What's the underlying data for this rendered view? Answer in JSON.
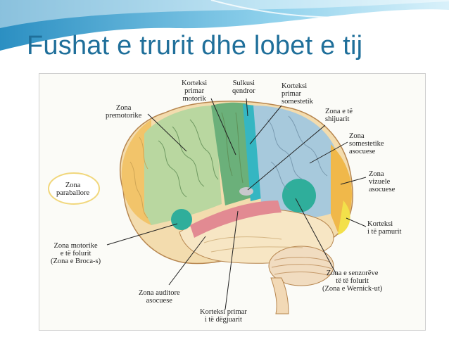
{
  "slide": {
    "title": "Fushat e trurit dhe lobet e tij"
  },
  "diagram": {
    "labels": {
      "korteksi_primar_motorik": "Korteksi\nprimar\nmotorik",
      "sulkusi_qendror": "Sulkusi\nqendror",
      "korteksi_primar_somestetik": "Korteksi\nprimar\nsomestetik",
      "zona_premotorike": "Zona\npremotorike",
      "zona_shijuarit": "Zona e të\nshijuarit",
      "zona_somestetike_asocuese": "Zona\nsomestetike\nasocuese",
      "zona_paraballore": "Zona\nparaballore",
      "zona_vizuele_asocuese": "Zona\nvizuele\nasocuese",
      "korteksi_pamurit": "Korteksi\ni të pamurit",
      "zona_motorike_folurit": "Zona motorike\ne të folurit\n(Zona e Broca-s)",
      "zona_senzoreve_folurit": "Zona e senzorëve\ntë të folurit\n(Zona e Wernick-ut)",
      "zona_auditore_asocuese": "Zona auditore\nasocuese",
      "korteksi_primar_degjuarit": "Korteksi primar\ni të dëgjuarit"
    },
    "colors": {
      "prefrontal": "#f2c46a",
      "premotor": "#b9d7a0",
      "motor": "#6bb07a",
      "sulcus": "#35b6c2",
      "somatosensory": "#a7c9dc",
      "visual_assoc": "#f0b84a",
      "visual_primary": "#f3e04a",
      "auditory": "#e28a92",
      "temporal": "#f7e6c4",
      "broca_wernicke": "#2fae9b",
      "title": "#1f6f9a"
    }
  }
}
